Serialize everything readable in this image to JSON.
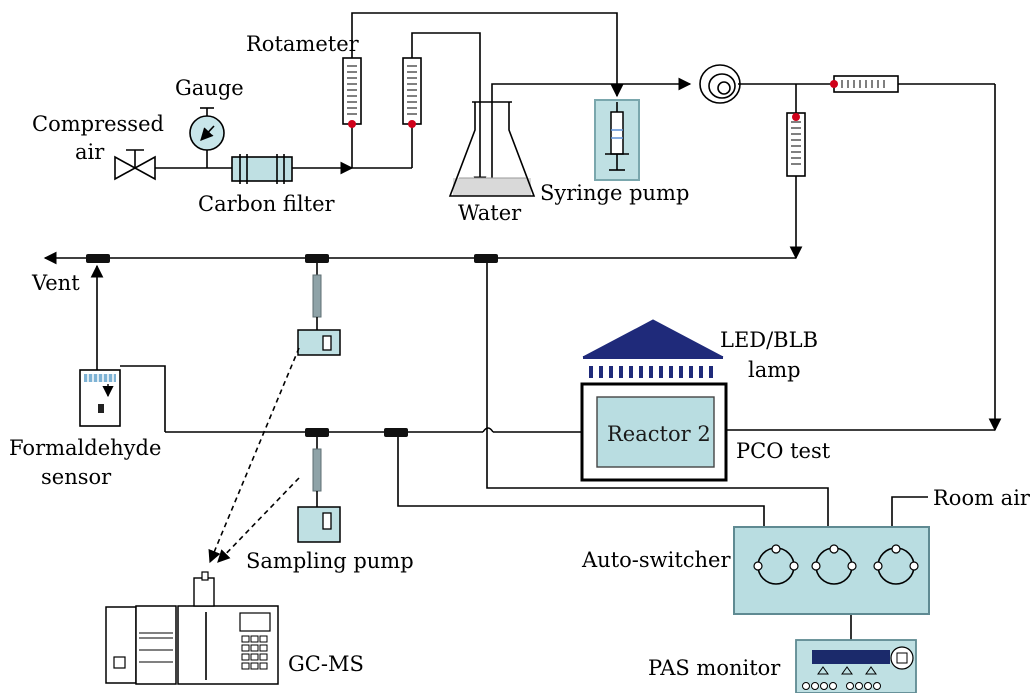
{
  "labels": {
    "compressed_air": [
      "Compressed",
      "air"
    ],
    "gauge": "Gauge",
    "rotameter": "Rotameter",
    "carbon_filter": "Carbon filter",
    "water": "Water",
    "syringe_pump": "Syringe pump",
    "vent": "Vent",
    "led_lamp": [
      "LED/BLB",
      "lamp"
    ],
    "reactor": "Reactor 2",
    "pco_test": "PCO test",
    "formaldehyde_sensor": [
      "Formaldehyde",
      "sensor"
    ],
    "sampling_pump": "Sampling pump",
    "room_air": "Room air",
    "auto_switcher": "Auto-switcher",
    "gc_ms": "GC-MS",
    "pas_monitor": "PAS monitor"
  },
  "colors": {
    "line": "#000000",
    "device_fill": "#bfe0e3",
    "switcher_fill": "#b9dde1",
    "lamp": "#1f2a7a",
    "valve_dot": "#d0021b",
    "sampling_tube": "#8fa3a8",
    "water": "#d9d9d9"
  }
}
